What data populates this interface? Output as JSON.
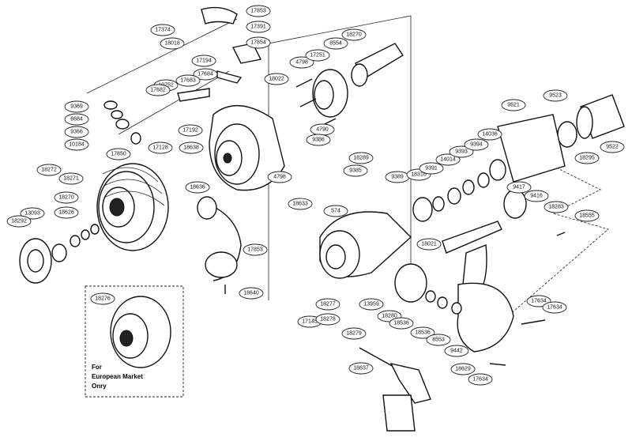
{
  "callouts": [
    "17853",
    "17374",
    "17391",
    "18018",
    "17854",
    "18270",
    "8554",
    "4798",
    "17251",
    "17194",
    "17684",
    "17683",
    "10752",
    "17682",
    "18022",
    "9369",
    "6684",
    "9366",
    "10184",
    "17850",
    "17128",
    "17192",
    "18638",
    "18272",
    "18271",
    "18270",
    "18626",
    "13093",
    "18292",
    "18636",
    "4798",
    "4790",
    "9386",
    "18289",
    "9385",
    "9389",
    "18316",
    "9391",
    "14014",
    "9393",
    "9394",
    "14036",
    "9521",
    "9523",
    "9522",
    "18295",
    "9417",
    "9416",
    "18283",
    "18555",
    "18633",
    "574",
    "18021",
    "17853",
    "18640",
    "18276",
    "17145",
    "18277",
    "18278",
    "18279",
    "13959",
    "18280",
    "18536",
    "18536",
    "8553",
    "9442",
    "17634",
    "17634",
    "18629",
    "18637",
    "17634"
  ],
  "note": {
    "line1": "For",
    "line2": "European Market",
    "line3": "Onry"
  }
}
